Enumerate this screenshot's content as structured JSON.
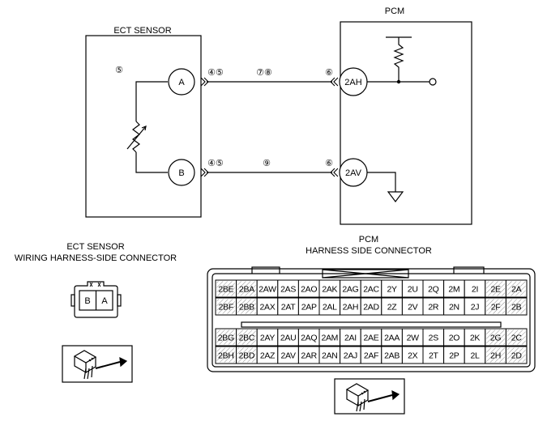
{
  "diagram": {
    "ect_sensor_title": "ECT SENSOR",
    "pcm_title": "PCM",
    "sensor_box_num": "⑤",
    "terminal_a": "A",
    "terminal_b": "B",
    "pcm_pin_2ah": "2AH",
    "pcm_pin_2av": "2AV",
    "wire_a_sensor_conn": "④⑤",
    "wire_a_harness": "⑦⑧",
    "wire_a_pcm_conn": "⑥",
    "wire_b_sensor_conn": "④⑤",
    "wire_b_harness": "⑨",
    "wire_b_pcm_conn": "⑥"
  },
  "ect_connector": {
    "title_line1": "ECT SENSOR",
    "title_line2": "WIRING HARNESS-SIDE CONNECTOR",
    "pin_left": "B",
    "pin_right": "A"
  },
  "pcm_connector": {
    "title_line1": "PCM",
    "title_line2": "HARNESS SIDE CONNECTOR",
    "rows": [
      [
        "2BE",
        "2BA",
        "2AW",
        "2AS",
        "2AO",
        "2AK",
        "2AG",
        "2AC",
        "2Y",
        "2U",
        "2Q",
        "2M",
        "2I",
        "2E",
        "2A"
      ],
      [
        "2BF",
        "2BB",
        "2AX",
        "2AT",
        "2AP",
        "2AL",
        "2AH",
        "2AD",
        "2Z",
        "2V",
        "2R",
        "2N",
        "2J",
        "2F",
        "2B"
      ],
      [
        "2BG",
        "2BC",
        "2AY",
        "2AU",
        "2AQ",
        "2AM",
        "2AI",
        "2AE",
        "2AA",
        "2W",
        "2S",
        "2O",
        "2K",
        "2G",
        "2C"
      ],
      [
        "2BH",
        "2BD",
        "2AZ",
        "2AV",
        "2AR",
        "2AN",
        "2AJ",
        "2AF",
        "2AB",
        "2X",
        "2T",
        "2P",
        "2L",
        "2H",
        "2D"
      ]
    ]
  }
}
